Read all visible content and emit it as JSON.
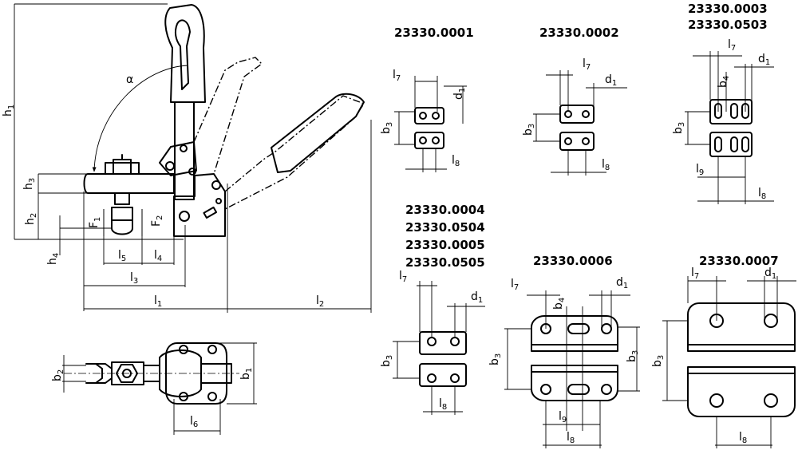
{
  "variants": {
    "v0001": "23330.0001",
    "v0002": "23330.0002",
    "v0003a": "23330.0003",
    "v0003b": "23330.0503",
    "v0004a": "23330.0004",
    "v0004b": "23330.0504",
    "v0004c": "23330.0005",
    "v0004d": "23330.0505",
    "v0006": "23330.0006",
    "v0007": "23330.0007"
  },
  "symbols": {
    "h": "h",
    "l": "l",
    "b": "b",
    "d": "d",
    "F": "F",
    "alpha": "α",
    "n1": "1",
    "n2": "2",
    "n3": "3",
    "n4": "4",
    "n5": "5",
    "n6": "6",
    "n7": "7",
    "n8": "8",
    "n9": "9"
  }
}
